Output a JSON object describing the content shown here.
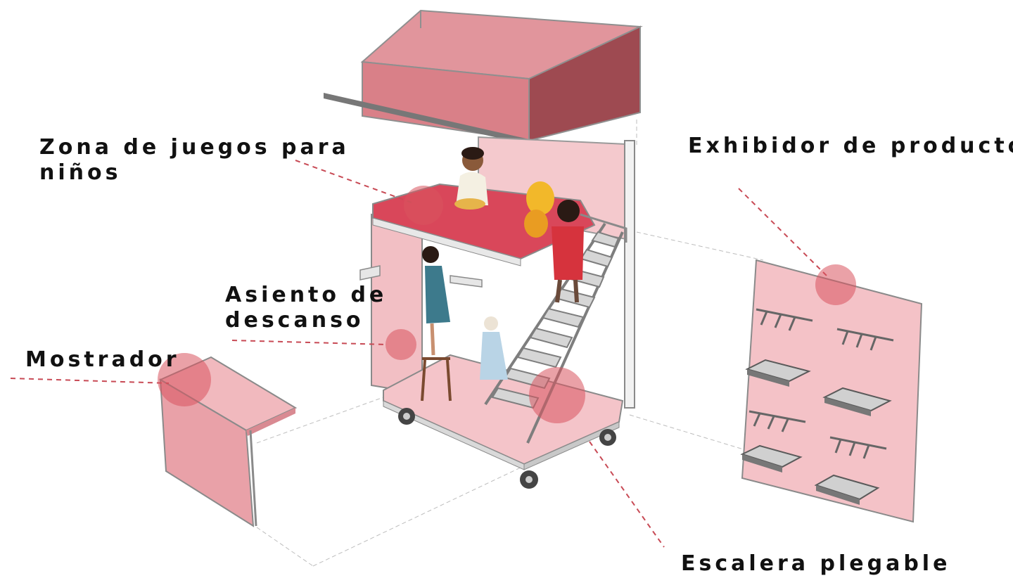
{
  "labels": {
    "zona_line1": "Zona de juegos para",
    "zona_line2": "niños",
    "exhibidor": "Exhibidor de productos",
    "asiento_line1": "Asiento de",
    "asiento_line2": "descanso",
    "mostrador": "Mostrador",
    "escalera": "Escalera plegable"
  },
  "colors": {
    "panel_pink": "#F4C6CB",
    "roof_pink": "#D98088",
    "roof_dark": "#9E4A51",
    "deck_red": "#D9475A",
    "marker": "#D9535E",
    "frame": "#8A8A8A",
    "leader": "#C84A55"
  },
  "icons": [
    "roof-canopy",
    "child-figure",
    "balloon",
    "wheel",
    "hook-rack",
    "shelf-tray"
  ]
}
